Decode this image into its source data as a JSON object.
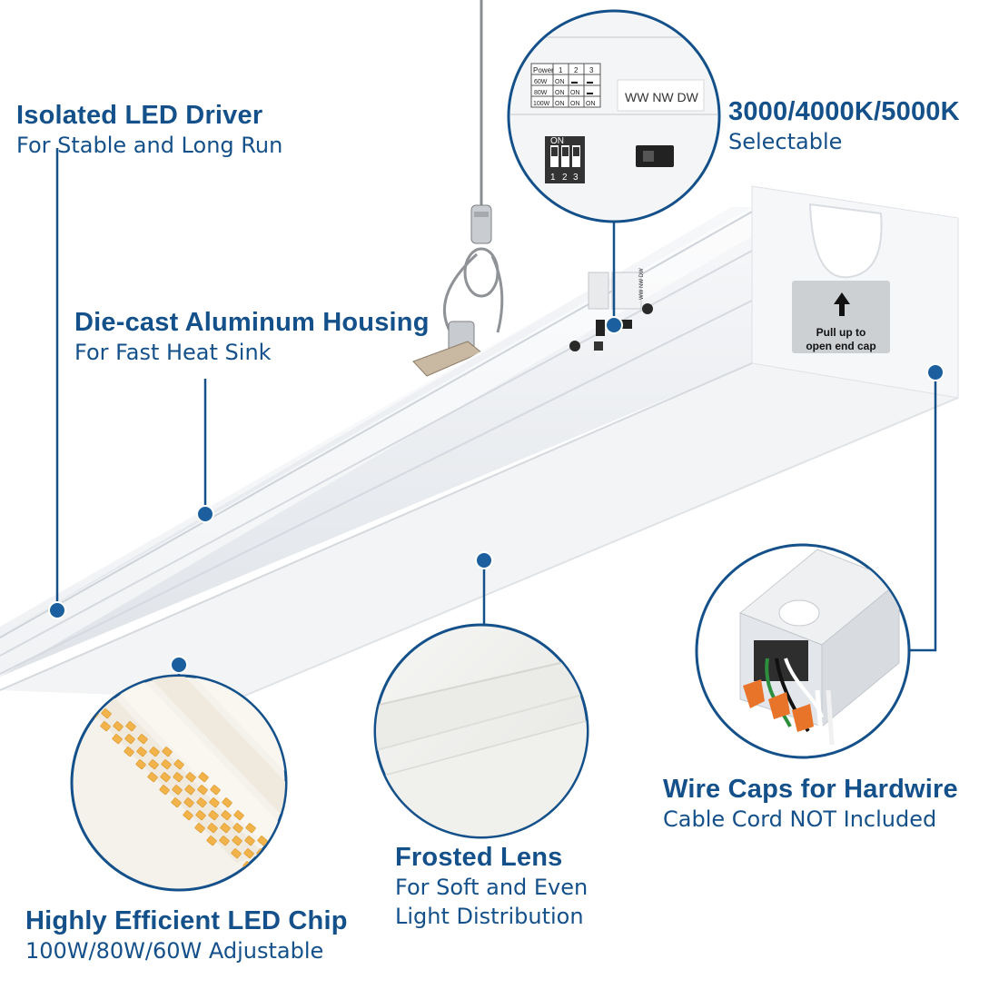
{
  "colors": {
    "accent": "#14508a",
    "housing": "#f4f5f7",
    "dot": "#1b5f9e",
    "led_chip": "#f2b44a"
  },
  "callouts": {
    "driver": {
      "title": "Isolated LED Driver",
      "subtitle": "For Stable and Long Run"
    },
    "cct": {
      "title": "3000/4000K/5000K",
      "subtitle": "Selectable"
    },
    "housing": {
      "title": "Die-cast Aluminum Housing",
      "subtitle": "For Fast Heat Sink"
    },
    "chip": {
      "title": "Highly Efficient LED Chip",
      "subtitle": "100W/80W/60W Adjustable"
    },
    "lens": {
      "title": "Frosted Lens",
      "subtitle_line1": "For Soft and Even",
      "subtitle_line2": "Light Distribution"
    },
    "wire": {
      "title": "Wire Caps for Hardwire",
      "subtitle": "Cable Cord NOT Included"
    }
  },
  "power_table": {
    "headers": [
      "Power",
      "1",
      "2",
      "3"
    ],
    "rows": [
      [
        "60W",
        "ON",
        "▬",
        "▬"
      ],
      [
        "80W",
        "ON",
        "ON",
        "▬"
      ],
      [
        "100W",
        "ON",
        "ON",
        "ON"
      ]
    ]
  },
  "cct_label": "WW NW DW",
  "dip_label": "ON",
  "dip_numbers": [
    "1",
    "2",
    "3"
  ],
  "end_cap_label_line1": "Pull up to",
  "end_cap_label_line2": "open end cap",
  "housing_small_label": "WW NW DW"
}
